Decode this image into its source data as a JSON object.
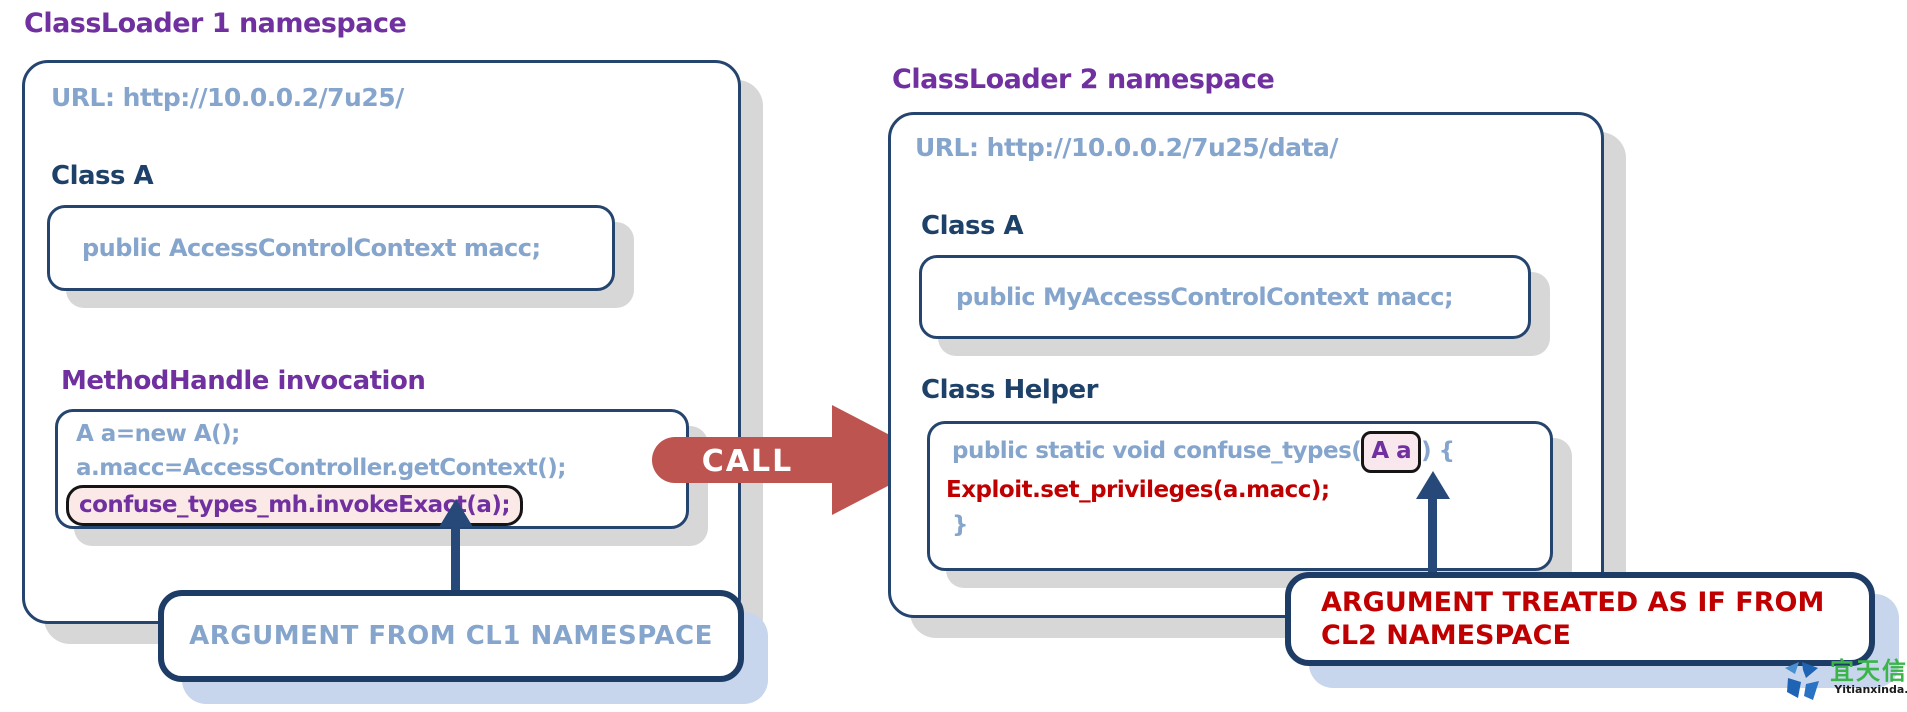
{
  "cl1": {
    "title": "ClassLoader 1 namespace",
    "url": "URL: http://10.0.0.2/7u25/",
    "class_a_label": "Class A",
    "class_a_code": "public AccessControlContext macc;",
    "mh_label": "MethodHandle invocation",
    "code_lines": [
      "A a=new A();",
      "a.macc=AccessController.getContext();"
    ],
    "highlight_code": "confuse_types_mh.invokeExact(a);",
    "annotation": "ARGUMENT FROM CL1 NAMESPACE"
  },
  "call_arrow": {
    "label": "CALL"
  },
  "cl2": {
    "title": "ClassLoader 2 namespace",
    "url": "URL: http://10.0.0.2/7u25/data/",
    "class_a_label": "Class A",
    "class_a_code": "public MyAccessControlContext macc;",
    "helper_label": "Class Helper",
    "code_line1_pre": "public static void confuse_types(",
    "code_line1_arg": "A a",
    "code_line1_post": ") {",
    "code_line2": "Exploit.set_privileges(a.macc);",
    "code_line3": "}",
    "annotation_line1": "ARGUMENT TREATED AS IF FROM",
    "annotation_line2": "CL2 NAMESPACE"
  },
  "watermark": {
    "cjk": "宜天信达",
    "latin": "Yitianxinda.com"
  },
  "colors": {
    "purple": "#7030a0",
    "steel_blue": "#85a5cd",
    "navy_text": "#1d4168",
    "border_navy": "#25456f",
    "red_text": "#c00000",
    "arrow_red": "#bd544f",
    "gray_shadow": "#d7d7d7",
    "blue_shadow": "#c7d6ec",
    "pill_pink": "#fbe9e7",
    "logo_green": "#3bb44a",
    "logo_blue": "#1f63b5"
  }
}
